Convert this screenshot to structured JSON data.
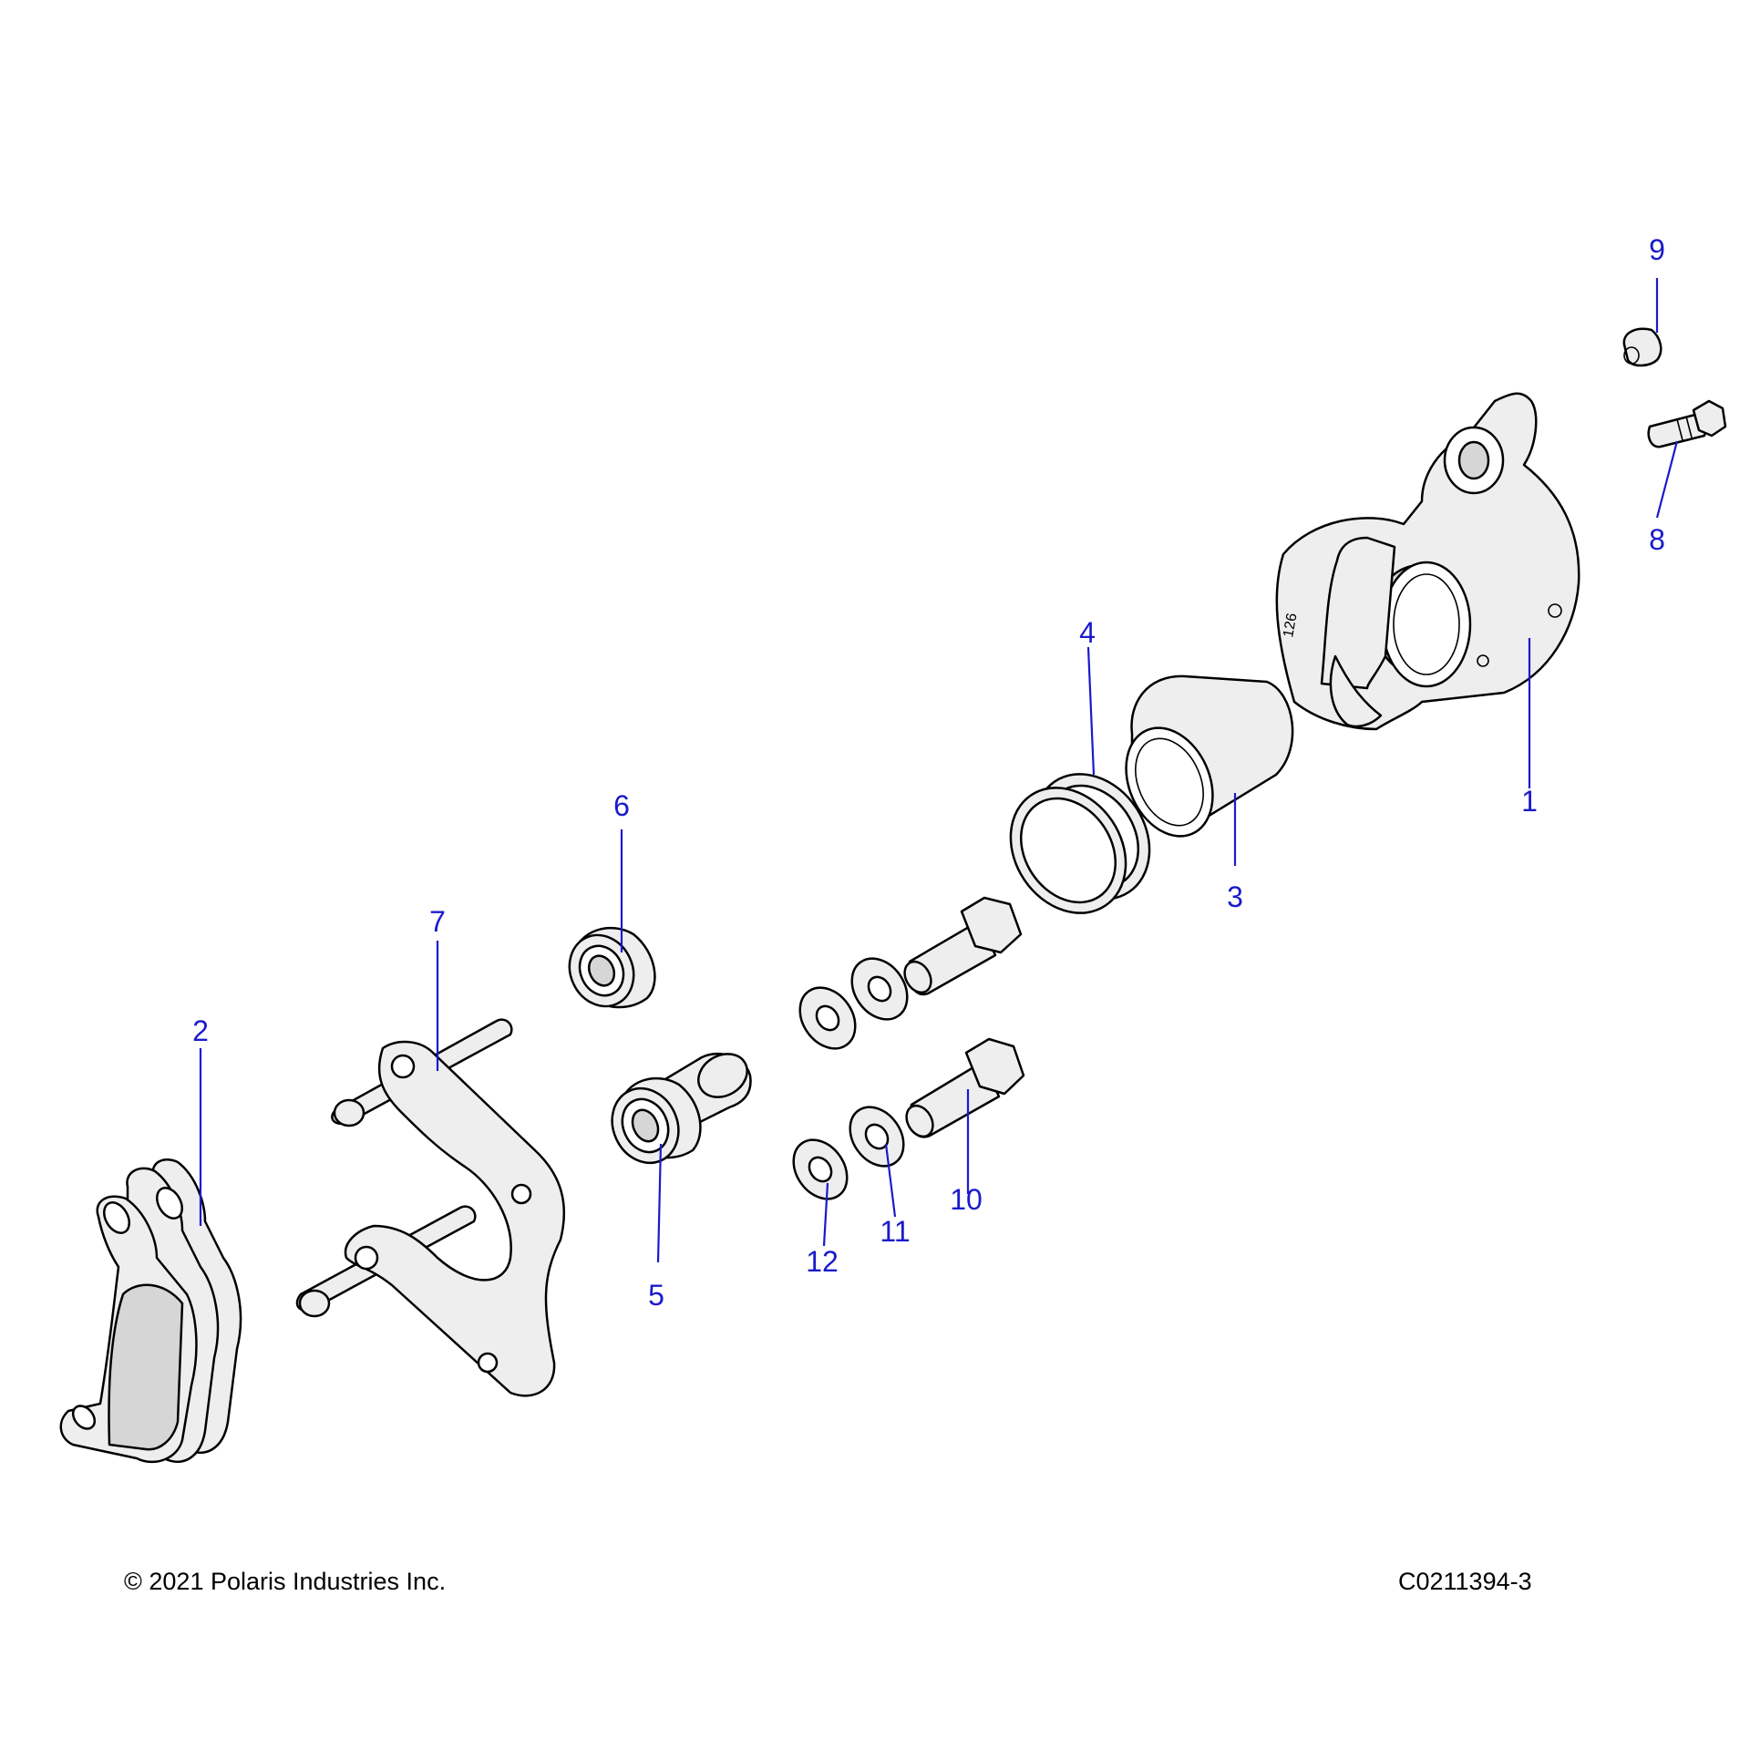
{
  "callouts": {
    "c1": "1",
    "c2": "2",
    "c3": "3",
    "c4": "4",
    "c5": "5",
    "c6": "6",
    "c7": "7",
    "c8": "8",
    "c9": "9",
    "c10": "10",
    "c11": "11",
    "c12": "12"
  },
  "caliper_marking": "126",
  "footer": {
    "copyright": "© 2021 Polaris Industries Inc.",
    "drawing_number": "C0211394-3"
  },
  "colors": {
    "callout": "#1a1acc",
    "part_fill": "#eeeeee",
    "outline": "#000000"
  }
}
